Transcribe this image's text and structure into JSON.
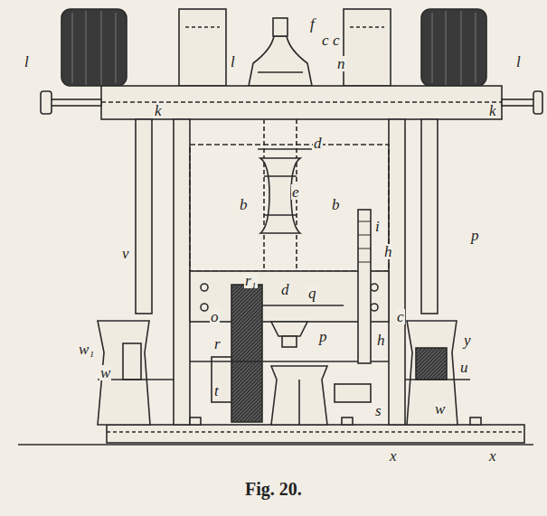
{
  "diagram": {
    "caption": "Fig. 20.",
    "labels": [
      "l",
      "l",
      "f",
      "c",
      "c",
      "n",
      "l",
      "k",
      "k",
      "d",
      "b",
      "e",
      "b",
      "i",
      "h",
      "r₁",
      "d",
      "q",
      "o",
      "c",
      "p",
      "r",
      "h",
      "v",
      "p",
      "y",
      "w₁",
      "w",
      "t",
      "s",
      "u",
      "w",
      "x",
      "x"
    ]
  }
}
